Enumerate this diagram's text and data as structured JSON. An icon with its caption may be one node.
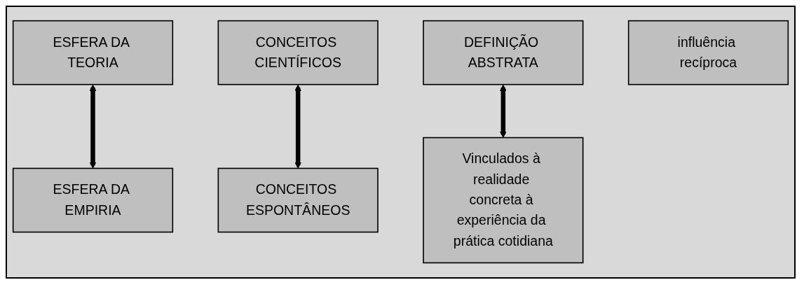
{
  "diagram": {
    "nodes": [
      {
        "text": [
          "ESFERA DA TEORIA"
        ]
      },
      {
        "text": [
          "CONCEITOS CIENTÍFICOS"
        ]
      },
      {
        "text": [
          "DEFINIÇÃO ABSTRATA"
        ]
      },
      {
        "text": [
          "influência recíproca"
        ]
      },
      {
        "text": [
          "ESFERA DA EMPIRIA"
        ]
      },
      {
        "text": [
          "CONCEITOS ESPONTÂNEOS"
        ]
      },
      {
        "text": [
          "Vinculados à realidade concreta à experiência da prática cotidiana"
        ]
      }
    ],
    "edges": [
      {
        "from": 0,
        "to": 4,
        "arrow": "both"
      },
      {
        "from": 1,
        "to": 5,
        "arrow": "both"
      },
      {
        "from": 2,
        "to": 6,
        "arrow": "both"
      }
    ]
  }
}
